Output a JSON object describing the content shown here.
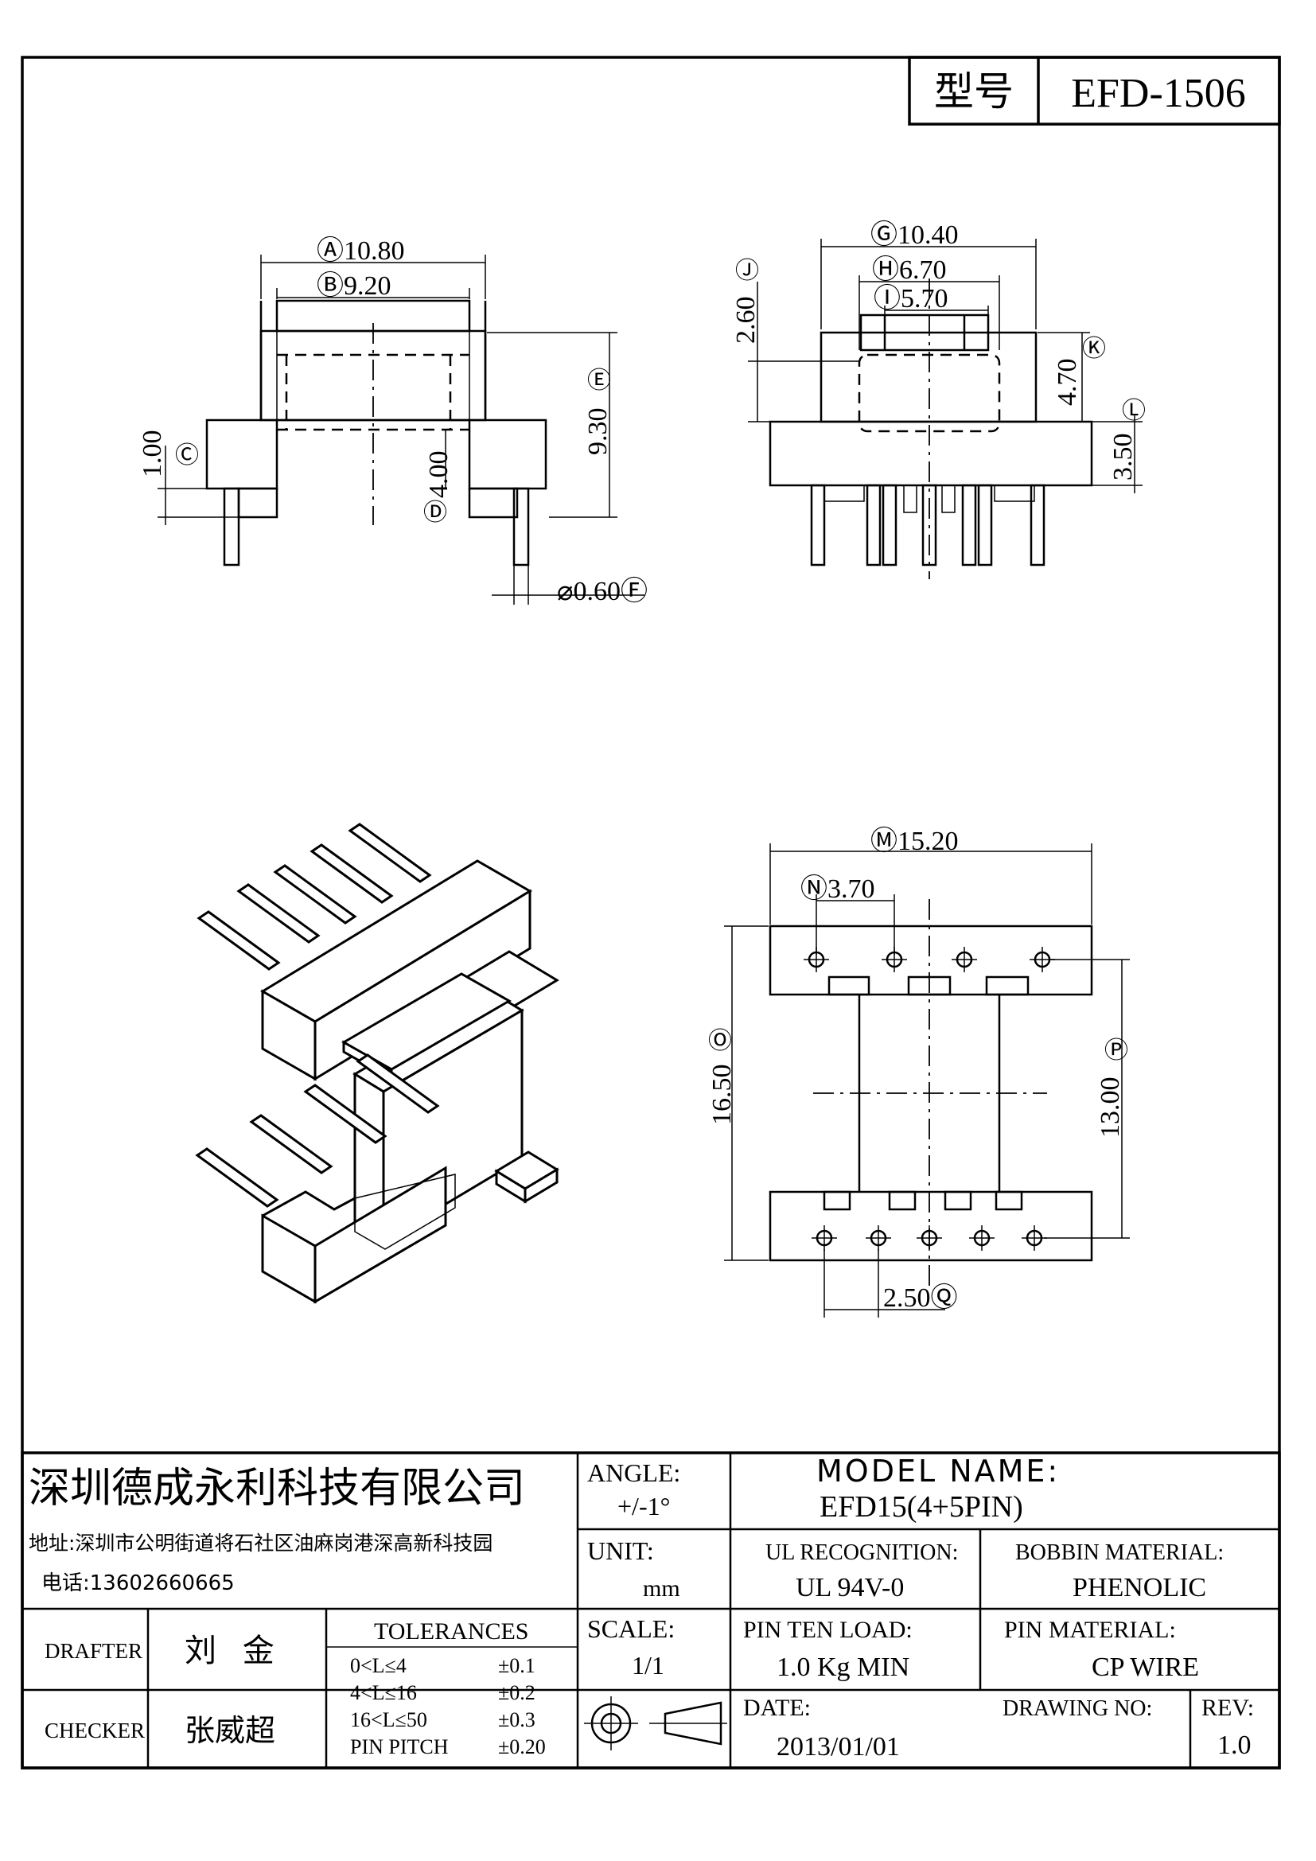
{
  "header": {
    "model_label": "型号",
    "model_value": "EFD-1506"
  },
  "dims": {
    "A": "Ⓐ10.80",
    "B": "Ⓑ9.20",
    "C": "Ⓒ",
    "C_val": "1.00",
    "D": "Ⓓ",
    "D_val": "4.00",
    "E": "Ⓔ",
    "E_val": "9.30",
    "F": "⌀0.60Ⓕ",
    "G": "Ⓖ10.40",
    "H": "Ⓗ6.70",
    "I": "Ⓘ5.70",
    "J": "Ⓙ",
    "J_val": "2.60",
    "K": "Ⓚ",
    "K_val": "4.70",
    "L": "Ⓛ",
    "L_val": "3.50",
    "M": "Ⓜ15.20",
    "N": "Ⓝ3.70",
    "O": "Ⓞ",
    "O_val": "16.50",
    "P": "Ⓟ",
    "P_val": "13.00",
    "Q": "2.50Ⓠ"
  },
  "title_block": {
    "company": "深圳德成永利科技有限公司",
    "address": "地址:深圳市公明街道将石社区油麻岗港深高新科技园",
    "phone": "电话:13602660665",
    "angle_label": "ANGLE:",
    "angle_value": "+/-1°",
    "model_name_label": "MODEL NAME:",
    "model_name_value": "EFD15(4+5PIN)",
    "unit_label": "UNIT:",
    "unit_value": "mm",
    "ul_label": "UL RECOGNITION:",
    "ul_value": "UL 94V-0",
    "bobbin_label": "BOBBIN MATERIAL:",
    "bobbin_value": "PHENOLIC",
    "drafter_label": "DRAFTER",
    "drafter_value": "刘 金",
    "checker_label": "CHECKER",
    "checker_value": "张威超",
    "tolerances_label": "TOLERANCES",
    "tolerances": [
      {
        "range": "0<L≤4",
        "value": "±0.1"
      },
      {
        "range": "4<L≤16",
        "value": "±0.2"
      },
      {
        "range": "16<L≤50",
        "value": "±0.3"
      },
      {
        "range": "PIN PITCH",
        "value": "±0.20"
      }
    ],
    "scale_label": "SCALE:",
    "scale_value": "1/1",
    "pin_load_label": "PIN TEN LOAD:",
    "pin_load_value": "1.0 Kg MIN",
    "pin_material_label": "PIN MATERIAL:",
    "pin_material_value": "CP WIRE",
    "date_label": "DATE:",
    "date_value": "2013/01/01",
    "drawing_no_label": "DRAWING NO:",
    "rev_label": "REV:",
    "rev_value": "1.0"
  }
}
